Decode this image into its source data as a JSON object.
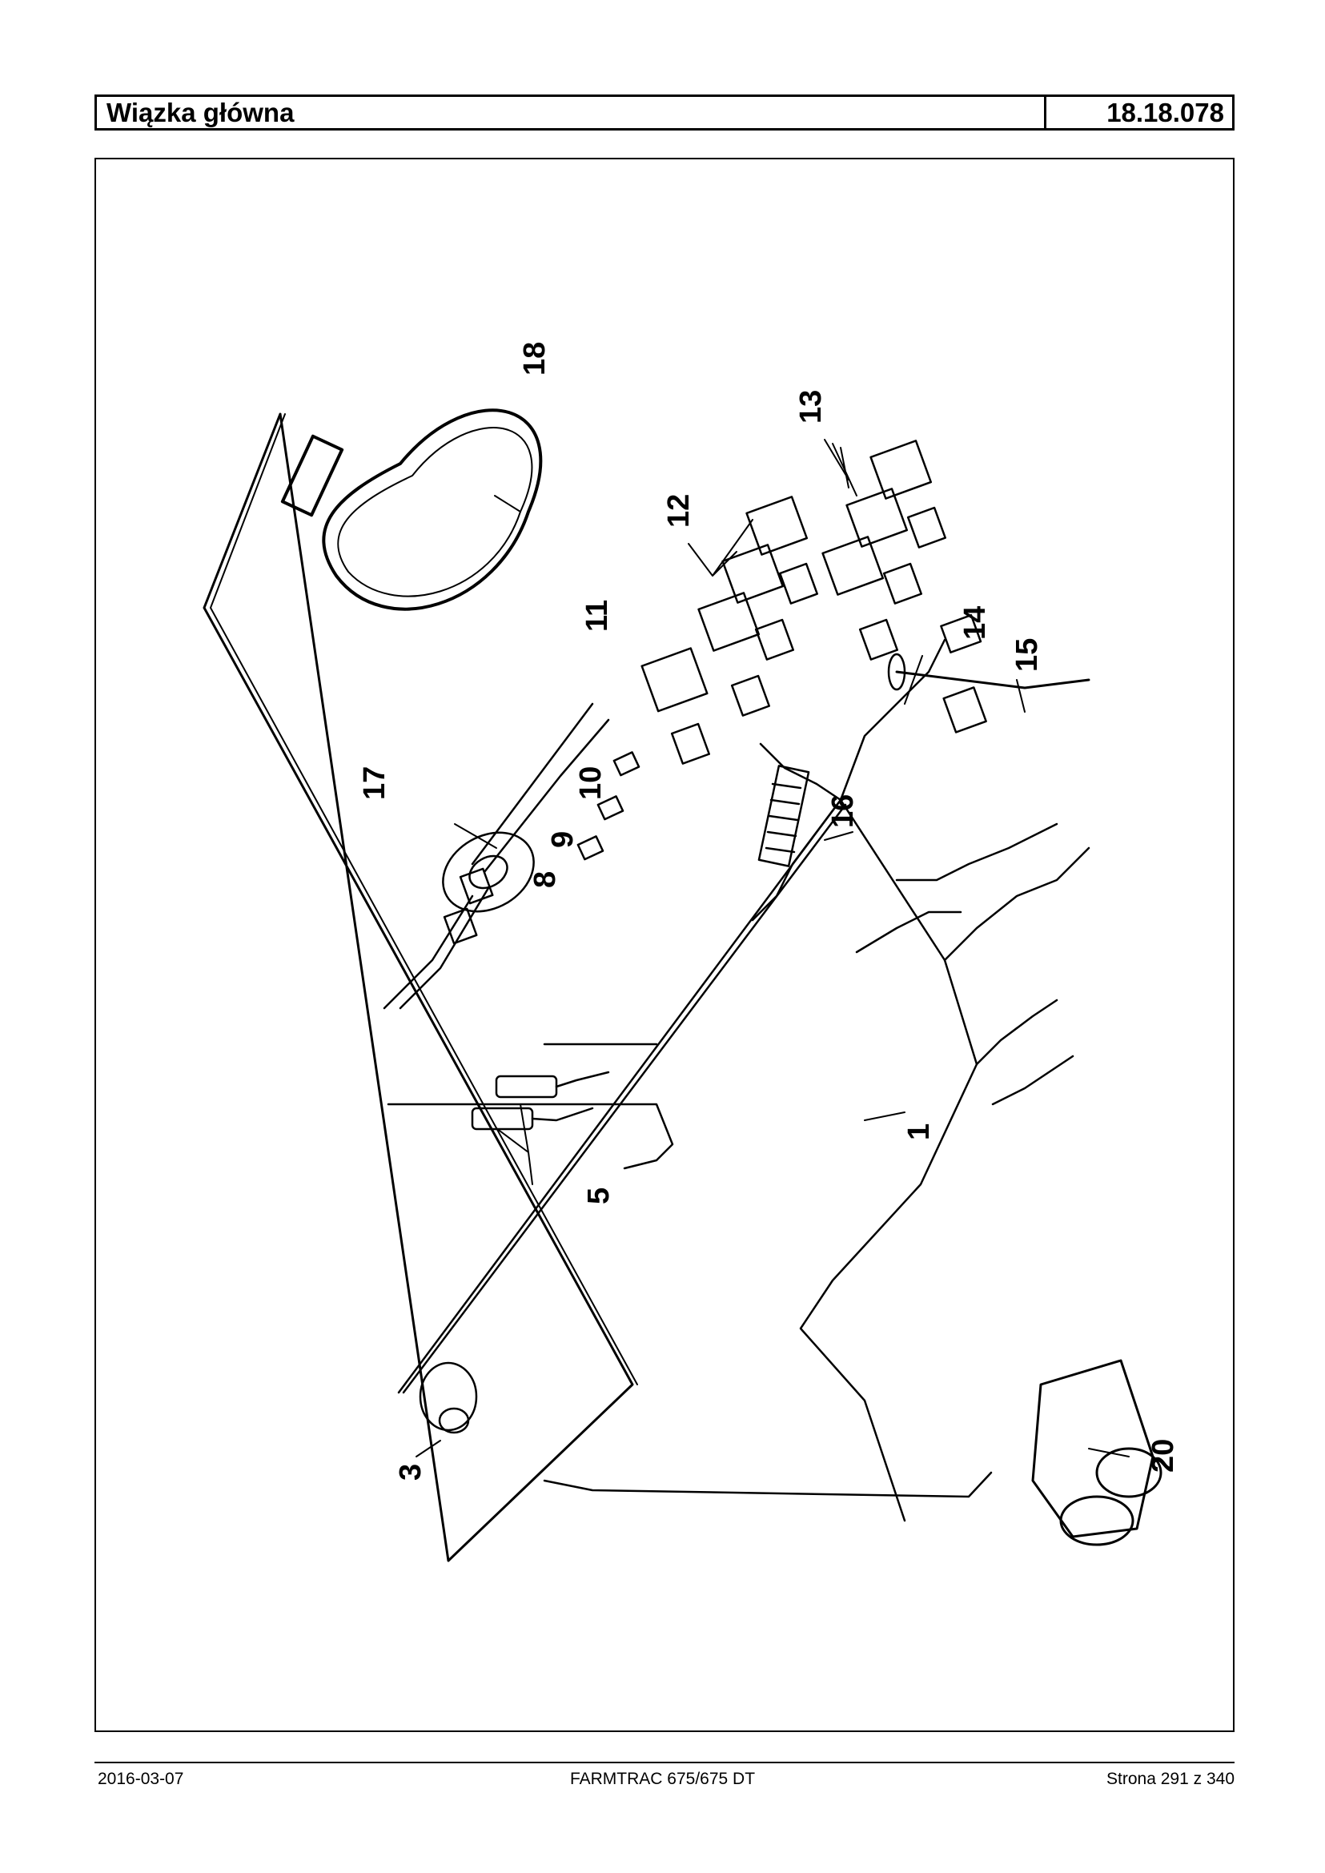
{
  "header": {
    "title": "Wiązka główna",
    "code": "18.18.078"
  },
  "callouts": {
    "c1": "1",
    "c3": "3",
    "c5": "5",
    "c8": "8",
    "c9": "9",
    "c10": "10",
    "c11": "11",
    "c12": "12",
    "c13": "13",
    "c14": "14",
    "c15": "15",
    "c16": "16",
    "c17": "17",
    "c18": "18",
    "c20": "20"
  },
  "footer": {
    "date": "2016-03-07",
    "model": "FARMTRAC 675/675 DT",
    "page": "Strona 291 z 340"
  }
}
